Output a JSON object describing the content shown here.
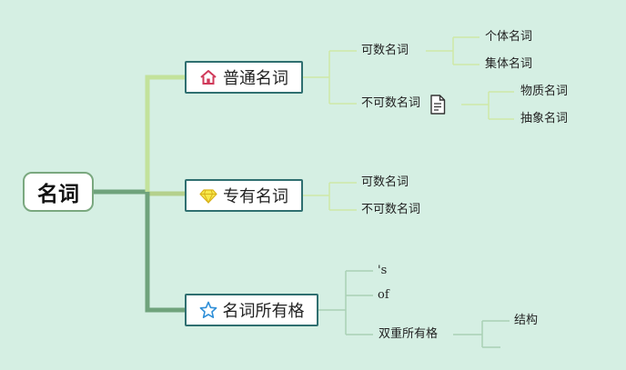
{
  "root": {
    "label": "名词"
  },
  "topics": [
    {
      "label": "普通名词",
      "icon": "home-icon",
      "children": [
        {
          "label": "可数名词",
          "children": [
            "个体名词",
            "集体名词"
          ]
        },
        {
          "label": "不可数名词",
          "icon": "document-icon",
          "children": [
            "物质名词",
            "抽象名词"
          ]
        }
      ]
    },
    {
      "label": "专有名词",
      "icon": "gem-icon",
      "children": [
        {
          "label": "可数名词"
        },
        {
          "label": "不可数名词"
        }
      ]
    },
    {
      "label": "名词所有格",
      "icon": "star-icon",
      "children": [
        {
          "label": "'s"
        },
        {
          "label": "of"
        },
        {
          "label": "双重所有格",
          "children": [
            "结构",
            ""
          ]
        }
      ]
    }
  ]
}
